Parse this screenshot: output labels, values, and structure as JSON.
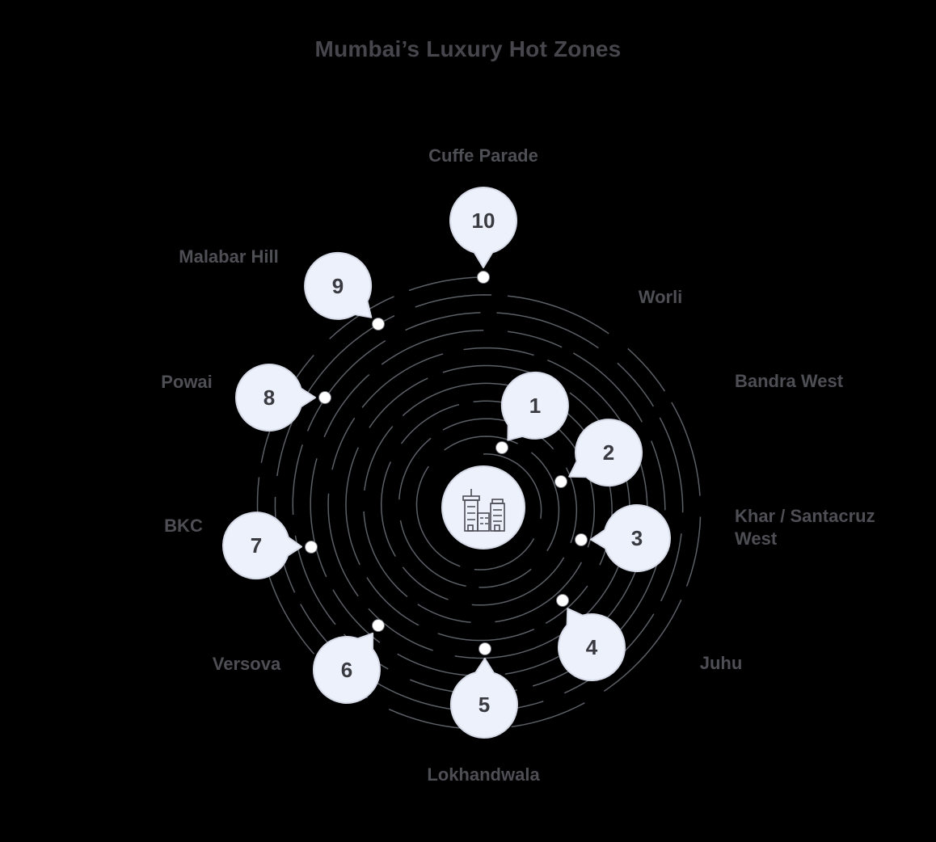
{
  "title": "Mumbai’s Luxury Hot Zones",
  "diagram": {
    "type": "spiral-ranking",
    "center_icon": "city-buildings-icon",
    "items": [
      {
        "rank": "1",
        "label": "Worli"
      },
      {
        "rank": "2",
        "label": "Bandra West"
      },
      {
        "rank": "3",
        "label": "Khar / Santacruz West"
      },
      {
        "rank": "4",
        "label": "Juhu"
      },
      {
        "rank": "5",
        "label": "Lokhandwala"
      },
      {
        "rank": "6",
        "label": "Versova"
      },
      {
        "rank": "7",
        "label": "BKC"
      },
      {
        "rank": "8",
        "label": "Powai"
      },
      {
        "rank": "9",
        "label": "Malabar Hill"
      },
      {
        "rank": "10",
        "label": "Cuffe Parade"
      }
    ],
    "colors": {
      "background": "#000000",
      "bubble_fill": "#ecf1fc",
      "bubble_stroke": "#d7dbe8",
      "spiral_line": "#5b5f66",
      "dot_fill": "#ffffff",
      "dot_stroke": "#74777e",
      "title_text": "#46464c",
      "label_text": "#4e4e55",
      "number_text": "#3a3a41",
      "icon_stroke": "#4a4a52"
    }
  }
}
